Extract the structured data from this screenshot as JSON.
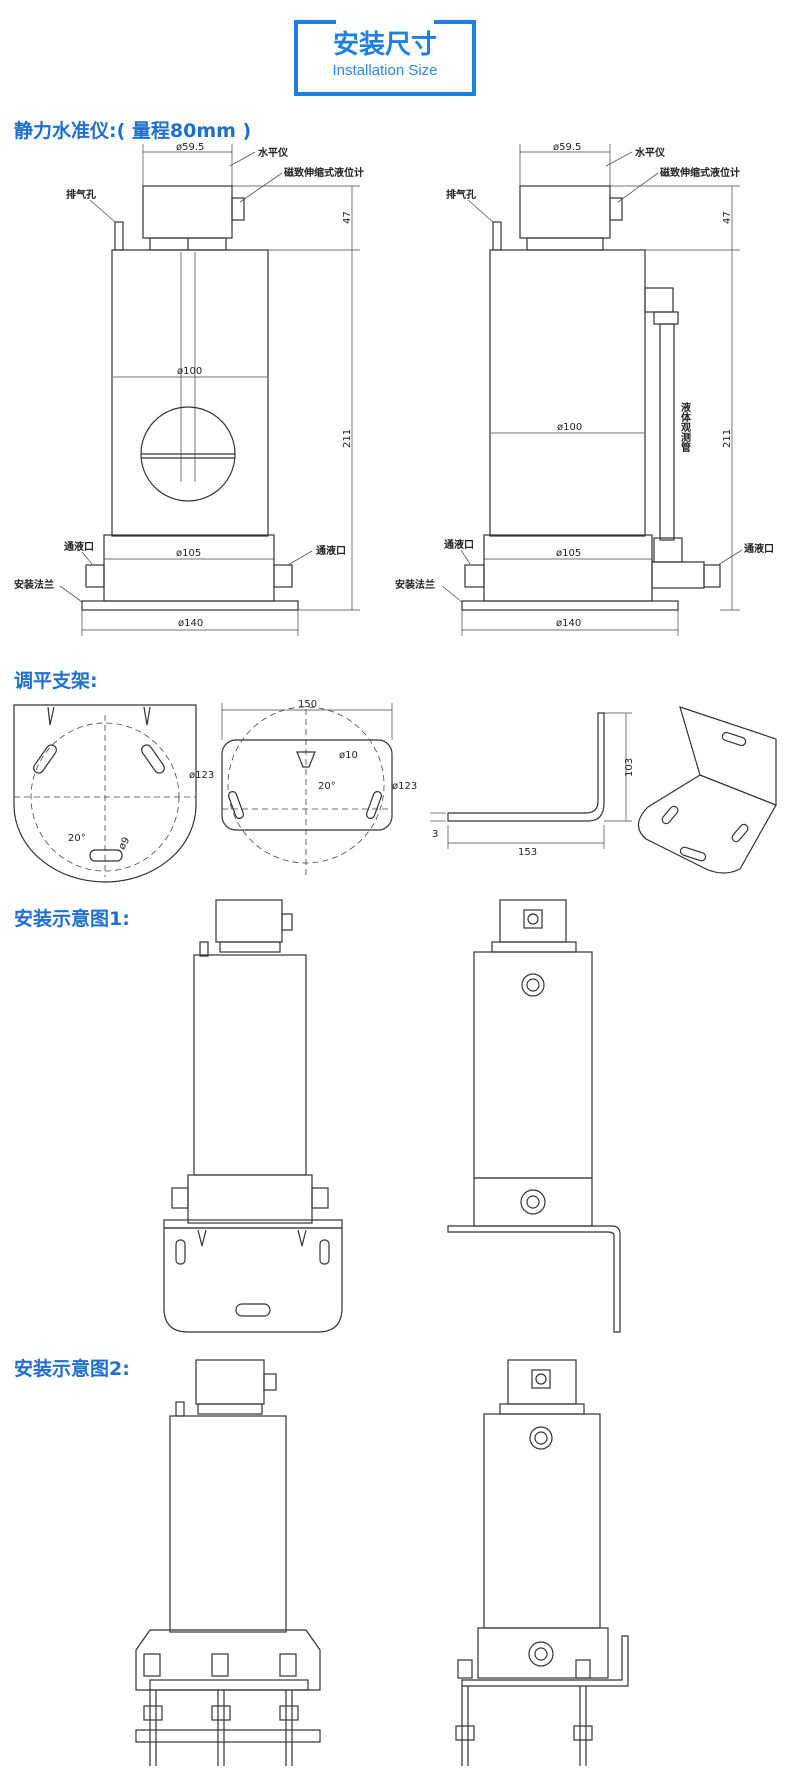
{
  "header": {
    "title": "安装尺寸",
    "subtitle": "Installation Size",
    "accent": "#1d7fe0"
  },
  "sections": {
    "level_title": "静力水准仪:( 量程80mm )",
    "bracket_title": "调平支架:",
    "install1_title": "安装示意图1:",
    "install2_title": "安装示意图2:"
  },
  "labels": {
    "d59": "ø59.5",
    "level": "水平仪",
    "magnet": "磁致伸缩式液位计",
    "vent": "排气孔",
    "d100": "ø100",
    "d105": "ø105",
    "d140": "ø140",
    "port": "通液口",
    "flange": "安装法兰",
    "h47": "47",
    "h211": "211",
    "tube": "液体观测管",
    "w150": "150",
    "d10": "ø10",
    "deg20": "20°",
    "d123": "ø123",
    "d9": "ø9",
    "h103": "103",
    "t3": "3",
    "w153": "153"
  }
}
